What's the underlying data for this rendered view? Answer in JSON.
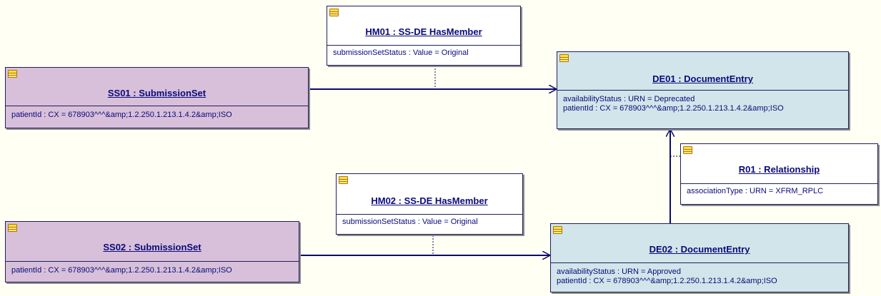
{
  "nodes": {
    "hm01": {
      "title": "HM01 : SS-DE HasMember",
      "attrs": [
        "submissionSetStatus : Value = Original"
      ]
    },
    "ss01": {
      "title": "SS01 : SubmissionSet",
      "attrs": [
        "patientId : CX = 678903^^^&amp;1.2.250.1.213.1.4.2&amp;ISO"
      ]
    },
    "de01": {
      "title": "DE01 : DocumentEntry",
      "attrs": [
        "availabilityStatus : URN = Deprecated",
        "patientId : CX = 678903^^^&amp;1.2.250.1.213.1.4.2&amp;ISO"
      ]
    },
    "r01": {
      "title": "R01 : Relationship",
      "attrs": [
        "associationType : URN = XFRM_RPLC"
      ]
    },
    "hm02": {
      "title": "HM02 : SS-DE HasMember",
      "attrs": [
        "submissionSetStatus : Value = Original"
      ]
    },
    "ss02": {
      "title": "SS02 : SubmissionSet",
      "attrs": [
        "patientId : CX = 678903^^^&amp;1.2.250.1.213.1.4.2&amp;ISO"
      ]
    },
    "de02": {
      "title": "DE02 : DocumentEntry",
      "attrs": [
        "availabilityStatus : URN = Approved",
        "patientId : CX = 678903^^^&amp;1.2.250.1.213.1.4.2&amp;ISO"
      ]
    }
  },
  "colors": {
    "submission_set_fill": "#d8c0da",
    "document_entry_fill": "#d2e5ea",
    "association_fill": "#ffffff",
    "line": "#0a0a6e"
  }
}
